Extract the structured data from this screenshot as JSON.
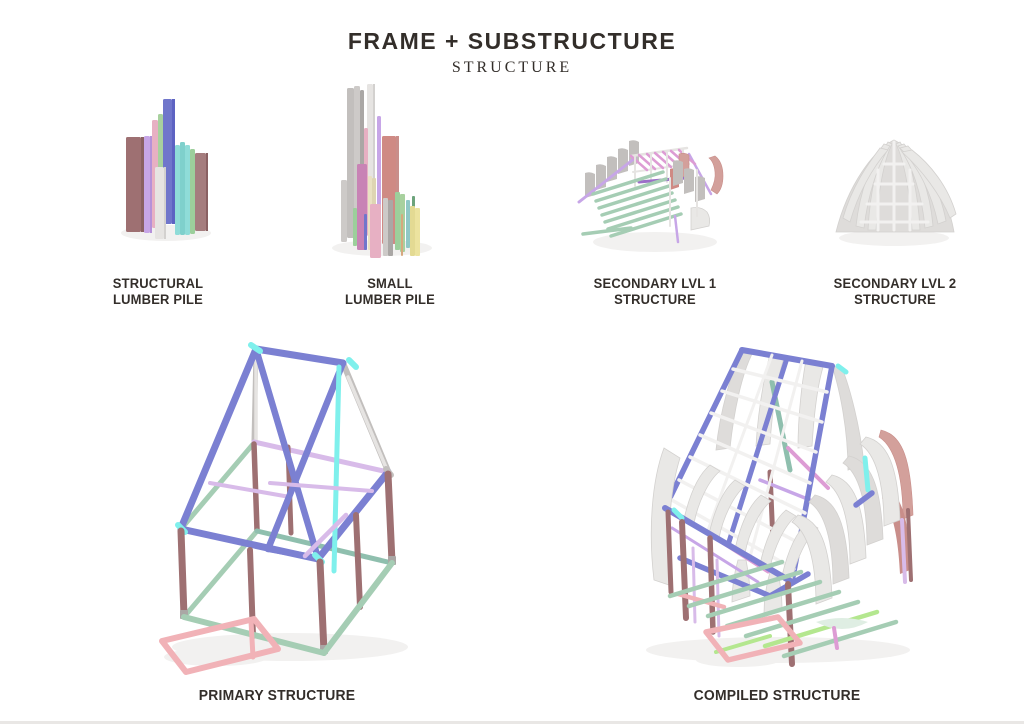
{
  "header": {
    "title": "FRAME + SUBSTRUCTURE",
    "subtitle": "STRUCTURE"
  },
  "figures": {
    "structural_lumber_pile": {
      "caption_line1": "STRUCTURAL",
      "caption_line2": "LUMBER PILE"
    },
    "small_lumber_pile": {
      "caption_line1": "SMALL",
      "caption_line2": "LUMBER PILE"
    },
    "secondary_lvl_1": {
      "caption_line1": "SECONDARY LVL 1",
      "caption_line2": "STRUCTURE"
    },
    "secondary_lvl_2": {
      "caption_line1": "SECONDARY LVL 2",
      "caption_line2": "STRUCTURE"
    },
    "primary_structure": {
      "caption": "PRIMARY STRUCTURE"
    },
    "compiled_structure": {
      "caption": "COMPILED STRUCTURE"
    }
  },
  "palette": {
    "ink": "#332e2a",
    "page_line": "#e9e7e5",
    "periwinkle": "#7b80d2",
    "periwinkle_deep": "#5d63c2",
    "cyan": "#7ff0ec",
    "mauve": "#9e7072",
    "mauve_dark": "#8a6163",
    "mauve_light": "#a57d7e",
    "sage": "#a5cdb4",
    "teal": "#8fbfae",
    "pink": "#f1b2b7",
    "rose_pink": "#e7b0c3",
    "salmon": "#cf8a84",
    "salmon_fin": "#d3a09b",
    "salmon_deep": "#c98e8a",
    "lavender": "#d8bbe9",
    "lilac": "#c7a6e7",
    "lilac_deep": "#b591d9",
    "violet": "#9b6fc8",
    "orchid": "#dd9cd4",
    "magenta": "#c883b5",
    "lime": "#b4e78f",
    "leaf": "#9ccf9b",
    "green_plank": "#a8d19e",
    "dark_leaf": "#6da47c",
    "blue_plank": "#7076cb",
    "aqua": "#8fdcd8",
    "aqua_deep": "#7fd0cc",
    "teal_stick": "#8fc8c6",
    "gray_timber": "#c2bfbd",
    "gray_deep": "#aaa7a5",
    "gray_light": "#cdcac8",
    "white_timber": "#e6e4e2",
    "batten": "#f2f1f0",
    "cream": "#e9e1c2",
    "cream_deep": "#ded5b2",
    "yellow": "#e3da93",
    "yellow_light": "#ece39f",
    "tan": "#d6a87e",
    "fin": "#e9e8e6",
    "fin_deep": "#dedcda",
    "fin_edge": "#d3d1cf",
    "mint": "#dfeee3",
    "shadow": "#f2f1f0"
  }
}
